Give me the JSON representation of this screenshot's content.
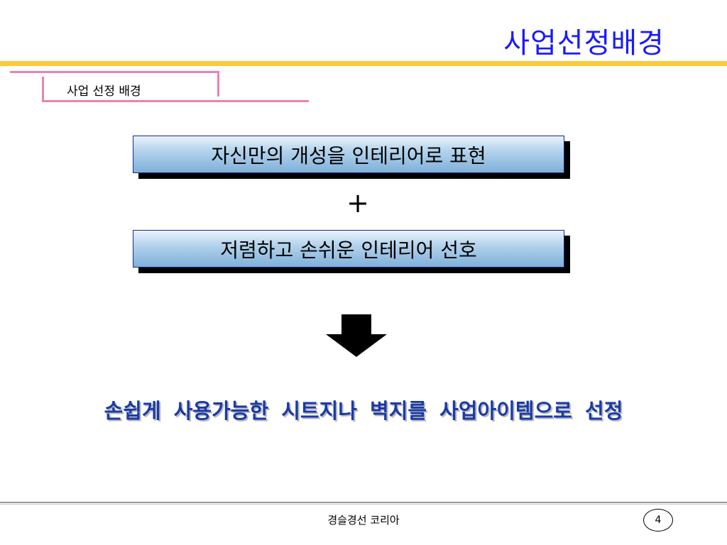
{
  "slide": {
    "title": "사업선정배경",
    "section_label": "사업 선정 배경",
    "box1_text": "자신만의 개성을 인테리어로 표현",
    "plus_sign": "+",
    "box2_text": "저렴하고 손쉬운 인테리어 선호",
    "conclusion": "손쉽게 사용가능한 시트지나 벽지를 사업아이템으로 선정",
    "arrow_icon": "down-arrow-icon"
  },
  "footer": {
    "company": "경슬경선 코리아",
    "page_number": "4"
  },
  "colors": {
    "title": "#1a1aff",
    "title_rule": "#fbc93c",
    "section_lines": "#f080b0",
    "conclusion": "#1a3aa8",
    "box_border": "#1a2a8a"
  }
}
